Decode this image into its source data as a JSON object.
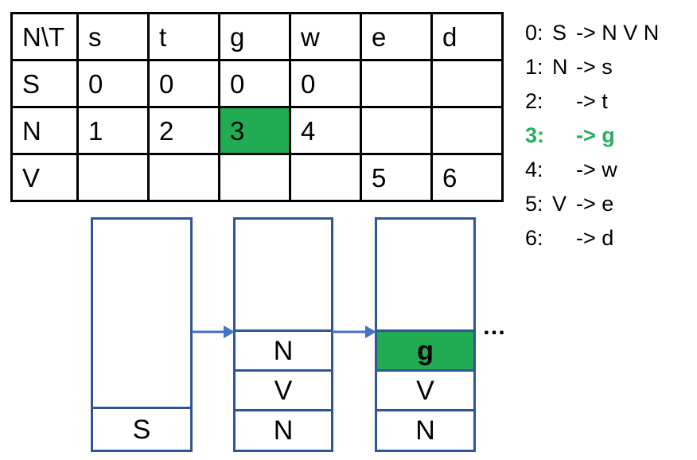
{
  "colors": {
    "green_fill": "#21AB53",
    "green_text": "#27AE5B",
    "stack_border": "#2F5597",
    "arrow": "#4472C4",
    "table_border": "#000000"
  },
  "parse_table": {
    "corner": "N\\T",
    "col_headers": [
      "s",
      "t",
      "g",
      "w",
      "e",
      "d"
    ],
    "rows": [
      {
        "label": "S",
        "cells": [
          "0",
          "0",
          "0",
          "0",
          "",
          ""
        ]
      },
      {
        "label": "N",
        "cells": [
          "1",
          "2",
          "3",
          "4",
          "",
          ""
        ]
      },
      {
        "label": "V",
        "cells": [
          "",
          "",
          "",
          "",
          "5",
          "6"
        ]
      }
    ],
    "highlight": {
      "row": "N",
      "col": "g",
      "value": "3"
    }
  },
  "grammar": {
    "items": [
      {
        "num": "0:",
        "lhs": "S",
        "rhs": "-> N V N",
        "highlight": false
      },
      {
        "num": "1:",
        "lhs": "N",
        "rhs": "-> s",
        "highlight": false
      },
      {
        "num": "2:",
        "lhs": "",
        "rhs": "-> t",
        "highlight": false
      },
      {
        "num": "3:",
        "lhs": "",
        "rhs": "-> g",
        "highlight": true
      },
      {
        "num": "4:",
        "lhs": "",
        "rhs": "-> w",
        "highlight": false
      },
      {
        "num": "5:",
        "lhs": "V",
        "rhs": "-> e",
        "highlight": false
      },
      {
        "num": "6:",
        "lhs": "",
        "rhs": "-> d",
        "highlight": false
      }
    ]
  },
  "stacks": [
    {
      "cells": [
        {
          "label": "S",
          "highlight": false
        }
      ]
    },
    {
      "cells": [
        {
          "label": "N",
          "highlight": false
        },
        {
          "label": "V",
          "highlight": false
        },
        {
          "label": "N",
          "highlight": false
        }
      ]
    },
    {
      "cells": [
        {
          "label": "g",
          "highlight": true
        },
        {
          "label": "V",
          "highlight": false
        },
        {
          "label": "N",
          "highlight": false
        }
      ]
    }
  ],
  "ellipsis": "…"
}
